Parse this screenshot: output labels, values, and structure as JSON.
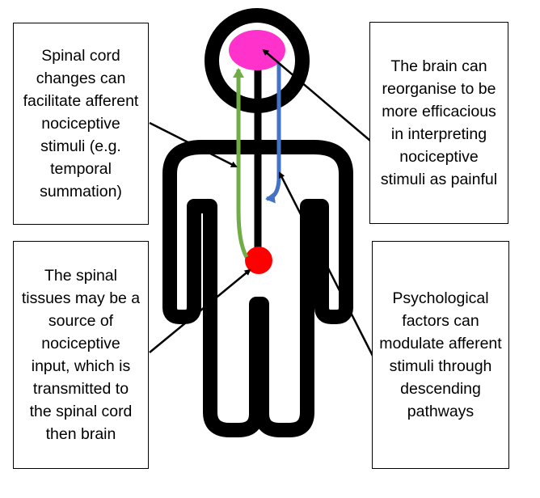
{
  "boxes": {
    "spinal_cord": "Spinal cord changes can facilitate afferent nociceptive stimuli (e.g. temporal summation)",
    "brain": "The brain can reorganise to be more efficacious in interpreting nociceptive stimuli as painful",
    "tissues": "The spinal tissues may be a source of nociceptive input, which is transmitted to the spinal cord then brain",
    "psychological": "Psychological factors can modulate afferent stimuli through descending pathways"
  },
  "colors": {
    "brain": "#ff33cc",
    "spinal_source": "#ff0000",
    "ascending_path": "#70ad47",
    "descending_path": "#4472c4",
    "outline": "#000000"
  }
}
